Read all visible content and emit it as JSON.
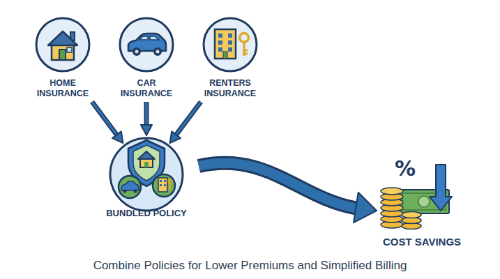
{
  "diagram": {
    "caption": "Combine Policies for Lower Premiums and Simplified Billing",
    "nodes": [
      {
        "text": [
          "HOME INSURANCE"
        ]
      },
      {
        "text": [
          "CAR INSURANCE"
        ]
      },
      {
        "text": [
          "RENTERS INSURANCE"
        ]
      },
      {
        "text": [
          "BUNDLED POLICY"
        ]
      },
      {
        "text": [
          "COST SAVINGS"
        ]
      }
    ],
    "edges": [
      {
        "from": 0,
        "to": 3,
        "arrow": "to"
      },
      {
        "from": 1,
        "to": 3,
        "arrow": "to"
      },
      {
        "from": 2,
        "to": 3,
        "arrow": "to"
      },
      {
        "from": 3,
        "to": 4,
        "arrow": "to"
      }
    ],
    "labels": [
      "%"
    ]
  }
}
